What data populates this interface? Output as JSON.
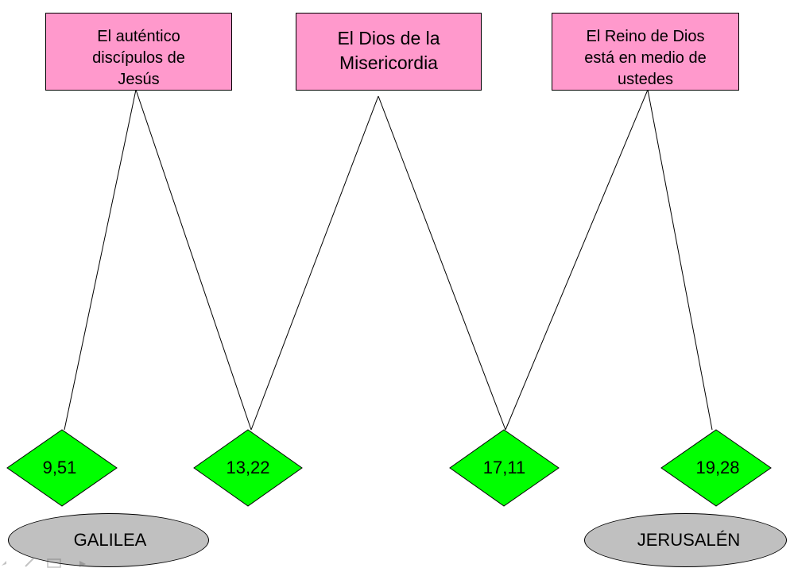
{
  "colors": {
    "box_fill": "#ff99cc",
    "diamond_fill": "#00ff00",
    "ellipse_fill": "#c0c0c0",
    "line": "#000000"
  },
  "topics": [
    {
      "text": "El auténtico\ndiscípulos de\nJesús"
    },
    {
      "text": "El Dios de la\nMisericordia"
    },
    {
      "text": "El Reino de Dios\nestá en medio de\nustedes"
    }
  ],
  "references": [
    {
      "label": "9,51"
    },
    {
      "label": "13,22"
    },
    {
      "label": "17,11"
    },
    {
      "label": "19,28"
    }
  ],
  "places": [
    {
      "label": "GALILEA"
    },
    {
      "label": "JERUSALÉN"
    }
  ],
  "controls": {
    "icons": [
      "back-icon",
      "pen-icon",
      "menu-icon",
      "forward-icon"
    ]
  }
}
